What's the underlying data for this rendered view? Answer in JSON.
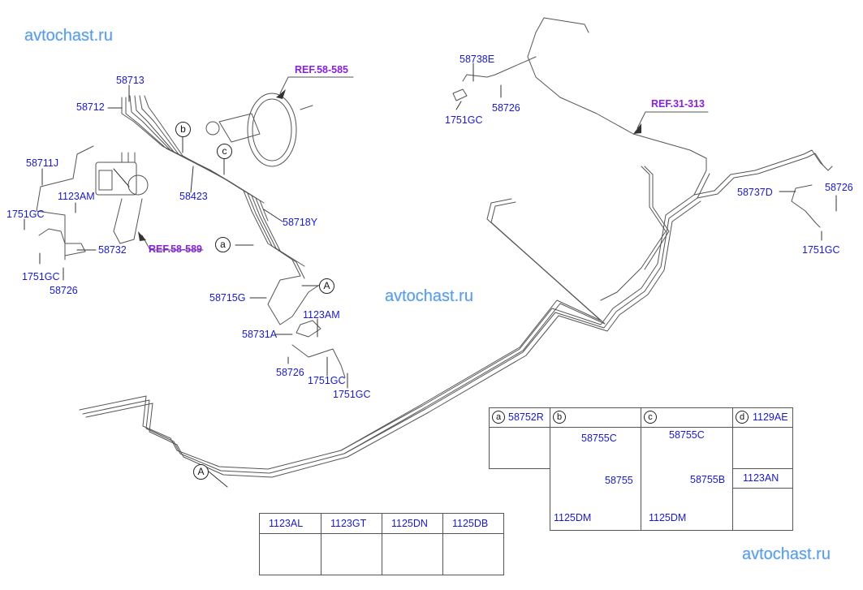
{
  "watermarks": [
    "avtochast.ru",
    "avtochast.ru",
    "avtochast.ru"
  ],
  "refs": {
    "booster": "REF.58-585",
    "hecu": "REF.58-589",
    "rear": "REF.31-313"
  },
  "callouts": {
    "a": "a",
    "b": "b",
    "c": "c",
    "d": "d",
    "A": "A"
  },
  "labels": {
    "p58713": "58713",
    "p58712": "58712",
    "p58711J": "58711J",
    "p1123AM_1": "1123AM",
    "p1751GC_1": "1751GC",
    "p58732": "58732",
    "p1751GC_2": "1751GC",
    "p58726_1": "58726",
    "p58423": "58423",
    "p58718Y": "58718Y",
    "p58715G": "58715G",
    "p1123AM_2": "1123AM",
    "p58731A": "58731A",
    "p58726_2": "58726",
    "p1751GC_3": "1751GC",
    "p1751GC_4": "1751GC",
    "p58738E": "58738E",
    "p58726_3": "58726",
    "p1751GC_5": "1751GC",
    "p58737D": "58737D",
    "p58726_4": "58726",
    "p1751GC_6": "1751GC"
  },
  "clip_table": {
    "a": {
      "callout": "a",
      "part": "58752R"
    },
    "b": {
      "callout": "b",
      "clip": "58755C",
      "bracket": "58755",
      "bolt": "1125DM"
    },
    "c": {
      "callout": "c",
      "clip": "58755C",
      "bracket": "58755B",
      "bolt": "1125DM"
    },
    "d": {
      "callout": "d",
      "top": "1129AE",
      "bottom": "1123AN"
    }
  },
  "bolt_table": [
    "1123AL",
    "1123GT",
    "1125DN",
    "1125DB"
  ],
  "colors": {
    "label": "#1a1ac8",
    "ref": "#8a20d8",
    "watermark": "#5b9be0",
    "line": "#555555"
  }
}
